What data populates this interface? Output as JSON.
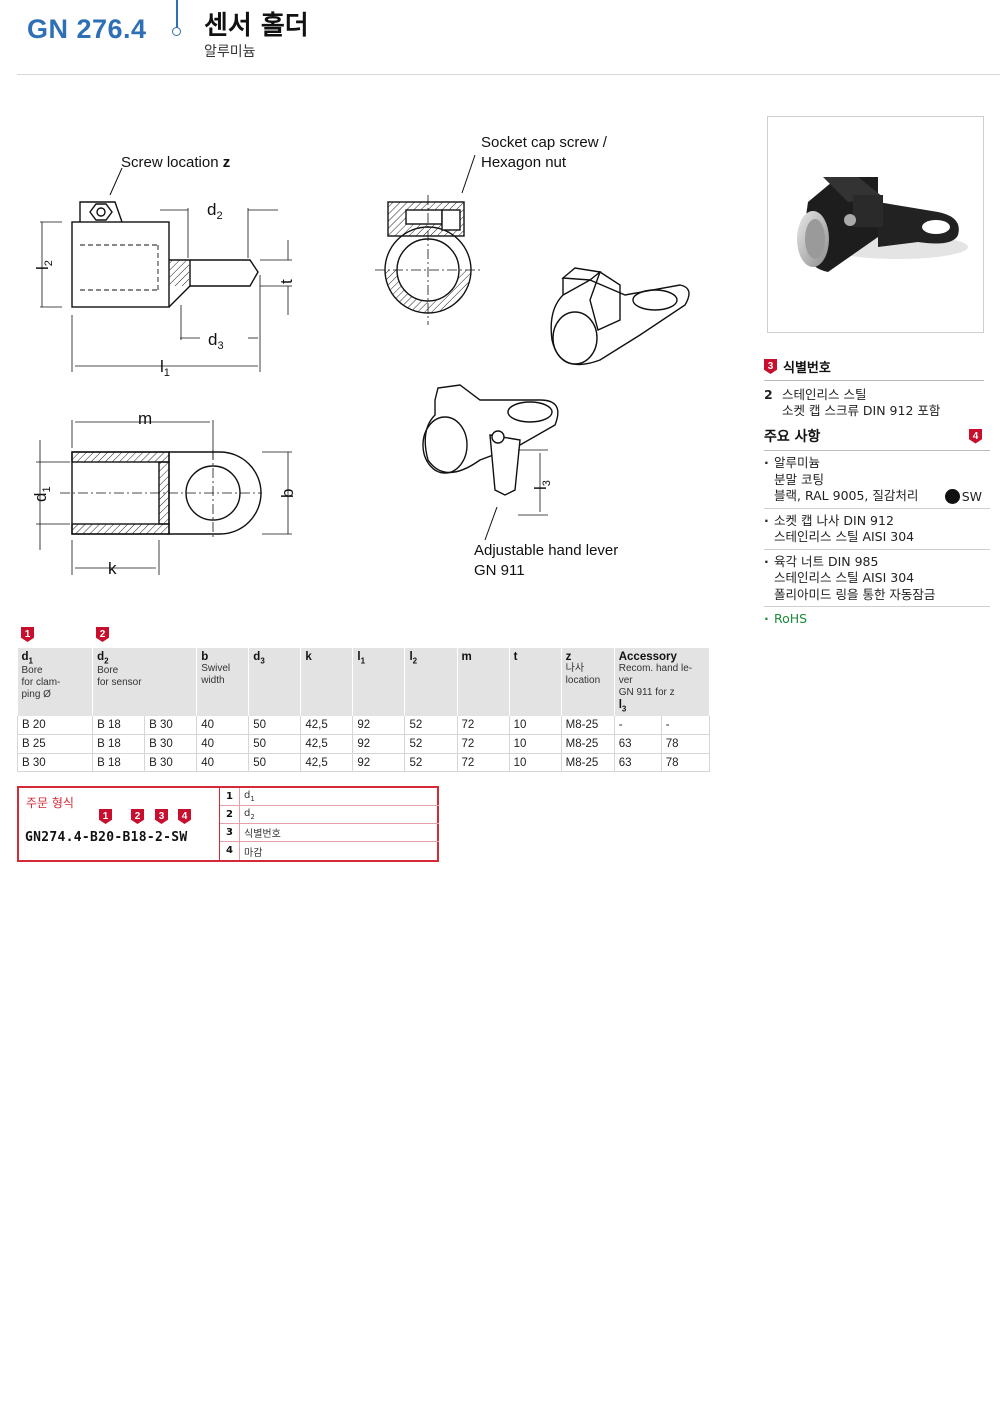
{
  "header": {
    "code": "GN 276.4",
    "title": "센서 홀더",
    "subtitle": "알루미늄"
  },
  "drawing": {
    "screw_location": "Screw location",
    "screw_location_var": "z",
    "socket_line1": "Socket cap screw /",
    "socket_line2": "Hexagon nut",
    "lever_line1": "Adjustable hand lever",
    "lever_line2": "GN 911",
    "dims": {
      "d": "d",
      "l": "l",
      "t": "t",
      "m": "m",
      "k": "k",
      "b": "b",
      "s1": "1",
      "s2": "2",
      "s3": "3"
    }
  },
  "identification": {
    "badge": "3",
    "heading": "식별번호",
    "items": [
      {
        "no": "2",
        "line1": "스테인리스 스틸",
        "line2": "소켓 캡 스크류 DIN 912 포함"
      }
    ]
  },
  "features": {
    "heading": "주요 사항",
    "badge": "4",
    "items": [
      {
        "lines": [
          "알루미늄",
          "분말 코팅",
          "블랙, RAL 9005, 질감처리"
        ]
      },
      {
        "lines": [
          "소켓 캡 나사 DIN 912",
          "스테인리스 스틸 AISI 304"
        ]
      },
      {
        "lines": [
          "육각 너트 DIN 985",
          "스테인리스 스틸 AISI 304",
          "폴리아미드 링을 통한 자동잠금"
        ]
      },
      {
        "lines": [
          "RoHS"
        ]
      }
    ],
    "sw_label": "SW"
  },
  "table": {
    "badge1": "1",
    "badge2": "2",
    "headers": [
      {
        "main": "d",
        "sub": "1",
        "desc": [
          "Bore",
          "for clam-",
          "ping Ø"
        ]
      },
      {
        "main": "d",
        "sub": "2",
        "desc": [
          "Bore",
          "for sensor"
        ]
      },
      {
        "main": "b",
        "sub": "",
        "desc": [
          "Swivel",
          "width"
        ]
      },
      {
        "main": "d",
        "sub": "3",
        "desc": []
      },
      {
        "main": "k",
        "sub": "",
        "desc": []
      },
      {
        "main": "l",
        "sub": "1",
        "desc": []
      },
      {
        "main": "l",
        "sub": "2",
        "desc": []
      },
      {
        "main": "m",
        "sub": "",
        "desc": []
      },
      {
        "main": "t",
        "sub": "",
        "desc": []
      },
      {
        "main": "z",
        "sub": "",
        "desc": [
          "나사",
          "location"
        ]
      },
      {
        "main": "Accessory",
        "sub": "",
        "desc": [
          "Recom. hand le-",
          "ver",
          "GN 911 for z"
        ],
        "extra_main": "l",
        "extra_sub": "3"
      }
    ],
    "rows": [
      [
        "B 20",
        "B 18",
        "B 30",
        "40",
        "50",
        "42,5",
        "92",
        "52",
        "72",
        "10",
        "M8-25",
        "-",
        "-"
      ],
      [
        "B 25",
        "B 18",
        "B 30",
        "40",
        "50",
        "42,5",
        "92",
        "52",
        "72",
        "10",
        "M8-25",
        "63",
        "78"
      ],
      [
        "B 30",
        "B 18",
        "B 30",
        "40",
        "50",
        "42,5",
        "92",
        "52",
        "72",
        "10",
        "M8-25",
        "63",
        "78"
      ]
    ]
  },
  "order": {
    "title": "주문 형식",
    "code": "GN274.4-B20-B18-2-SW",
    "badges": [
      "1",
      "2",
      "3",
      "4"
    ],
    "legend": [
      {
        "no": "1",
        "text": "d",
        "sub": "1"
      },
      {
        "no": "2",
        "text": "d",
        "sub": "2"
      },
      {
        "no": "3",
        "text": "식별번호",
        "sub": ""
      },
      {
        "no": "4",
        "text": "마감",
        "sub": ""
      }
    ]
  }
}
